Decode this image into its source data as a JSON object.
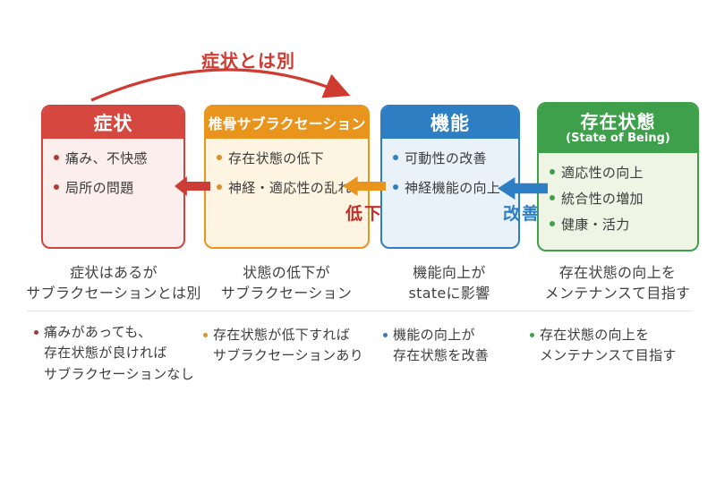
{
  "top_arrow": {
    "label": "症状とは別",
    "color": "#cf3b31"
  },
  "boxes": [
    {
      "title": "症状",
      "theme_color": "#d6473f",
      "body_color": "#fbeeec",
      "bullets": [
        "痛み、不快感",
        "局所の問題"
      ],
      "caption": [
        "症状はあるが",
        "サブラクセーションとは別"
      ],
      "footnote": [
        "痛みがあっても、",
        "存在状態が良ければ",
        "サブラクセーションなし"
      ]
    },
    {
      "title": "椎骨サブラクセーション",
      "theme_color": "#e8941d",
      "body_color": "#fdf5e1",
      "bullets": [
        "存在状態の低下",
        "神経・適応性の乱れ"
      ],
      "caption": [
        "状態の低下が",
        "サブラクセーション"
      ],
      "footnote": [
        "存在状態が低下すれば",
        "サブラクセーションあり"
      ]
    },
    {
      "title": "機能",
      "theme_color": "#2e7ec4",
      "body_color": "#eaf2f9",
      "bullets": [
        "可動性の改善",
        "神経機能の向上"
      ],
      "caption": [
        "機能向上が",
        "stateに影響"
      ],
      "footnote": [
        "機能の向上が",
        "存在状態を改善"
      ]
    },
    {
      "title": "存在状態",
      "subtitle": "(State of Being)",
      "theme_color": "#3fa04b",
      "body_color": "#eef5e4",
      "bullets": [
        "適応性の向上",
        "統合性の増加",
        "健康・活力"
      ],
      "caption": [
        "存在状態の向上を",
        "メンテナンスて目指す"
      ],
      "footnote": [
        "存在状態の向上を",
        "メンテナンスて目指す"
      ]
    }
  ],
  "arrows": [
    {
      "name": "subluxation-to-symptoms",
      "color": "#cc3e35",
      "label": ""
    },
    {
      "name": "function-to-subluxation",
      "color": "#e8941d",
      "label": "低下",
      "label_color": "#c42f28"
    },
    {
      "name": "state-to-function",
      "color": "#2e7ec4",
      "label": "改善",
      "label_color": "#2e7ec4"
    }
  ]
}
